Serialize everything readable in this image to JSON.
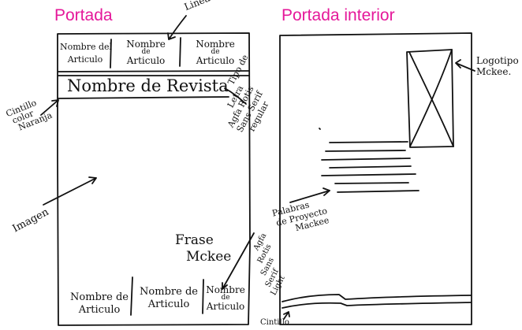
{
  "titles": {
    "left": "Portada",
    "right": "Portada interior"
  },
  "cover": {
    "header_articles": [
      {
        "l1": "Nombre del",
        "l2": "Articulo"
      },
      {
        "l1": "Nombre",
        "mid": "de",
        "l2": "Articulo"
      },
      {
        "l1": "Nombre",
        "mid": "de",
        "l2": "Articulo"
      }
    ],
    "magazine_name": "Nombre de Revista",
    "phrase": [
      "Frase",
      "Mckee"
    ],
    "footer_articles": [
      {
        "l1": "Nombre de",
        "l2": "Articulo"
      },
      {
        "l1": "Nombre de",
        "l2": "Articulo"
      },
      {
        "l1": "Nombre",
        "mid": "de",
        "l2": "Articulo"
      }
    ]
  },
  "annotations": {
    "linea": "Linea",
    "cintillo_left": [
      "Cintillo",
      "color",
      "Naranja"
    ],
    "tipo_letra": [
      "Tipo de",
      "Letra",
      "Agfa Rotis",
      "Sans Serif",
      "regular"
    ],
    "imagen": "Imagen",
    "footer_font": [
      "Agfa",
      "Rotis",
      "Sans",
      "Serif",
      "Light"
    ],
    "logotipo": [
      "Logotipo",
      "Mckee."
    ],
    "palabras": [
      "Palabras",
      "de Proyecto",
      "Mackee"
    ],
    "cintillo_bottom": "Cintillo"
  },
  "colors": {
    "title": "#e5189a",
    "ink": "#111111"
  }
}
